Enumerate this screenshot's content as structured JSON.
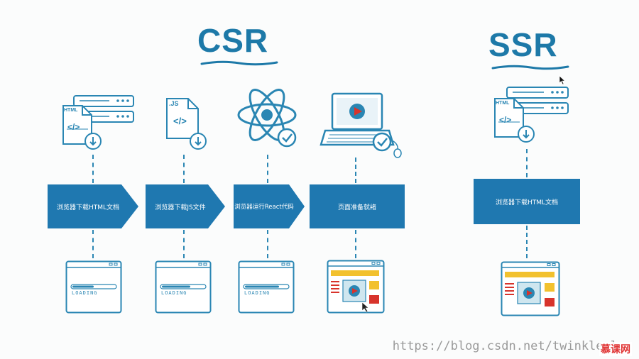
{
  "csr": {
    "title": "CSR",
    "steps": [
      {
        "label": "浏览器下载HTML文档",
        "icon": "html-document-icon",
        "screen": "loading-screen-icon"
      },
      {
        "label": "浏览器下载JS文件",
        "icon": "js-document-icon",
        "screen": "loading-screen-icon"
      },
      {
        "label": "浏览器运行React代码",
        "icon": "react-atom-icon",
        "screen": "loading-screen-icon"
      },
      {
        "label": "页面准备就绪",
        "icon": "laptop-video-icon",
        "screen": "rendered-page-icon"
      }
    ]
  },
  "ssr": {
    "title": "SSR",
    "steps": [
      {
        "label": "浏览器下载HTML文档",
        "icon": "html-document-icon",
        "screen": "rendered-page-icon"
      }
    ]
  },
  "icons": {
    "html_tag": "HTML",
    "js_tag": ".JS",
    "code_glyph": "</>",
    "loading_text": "LOADING"
  },
  "watermark": "https://blog.csdn.net/twinkle_l",
  "logo_text": "慕课网",
  "colors": {
    "accent": "#1d79a8",
    "arrow_fill": "#1f78b0",
    "line": "#2a86b3"
  }
}
